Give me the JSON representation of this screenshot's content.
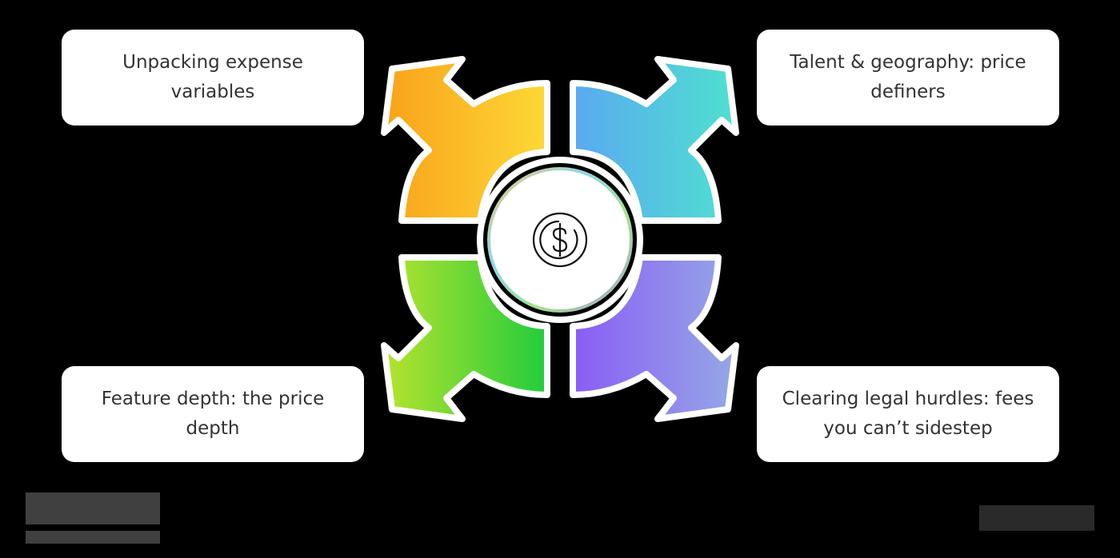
{
  "diagram": {
    "type": "radial-arrows",
    "center": {
      "icon": "dollar-coin-icon"
    },
    "items": [
      {
        "position": "top-left",
        "label": "Unpacking expense variables",
        "color_from": "#F9A21B",
        "color_to": "#FDD835"
      },
      {
        "position": "top-right",
        "label": "Talent & geography: price definers",
        "color_from": "#5AA9F0",
        "color_to": "#4FE0D0"
      },
      {
        "position": "bottom-left",
        "label": "Feature depth: the price depth",
        "color_from": "#B6E32E",
        "color_to": "#22CC3C"
      },
      {
        "position": "bottom-right",
        "label": "Clearing legal hurdles: fees you can’t sidestep",
        "color_from": "#8A5CF5",
        "color_to": "#95A8E6"
      }
    ]
  },
  "colors": {
    "background": "#000000",
    "box": "#FFFFFF",
    "text": "#333333",
    "logo": "#404040"
  }
}
